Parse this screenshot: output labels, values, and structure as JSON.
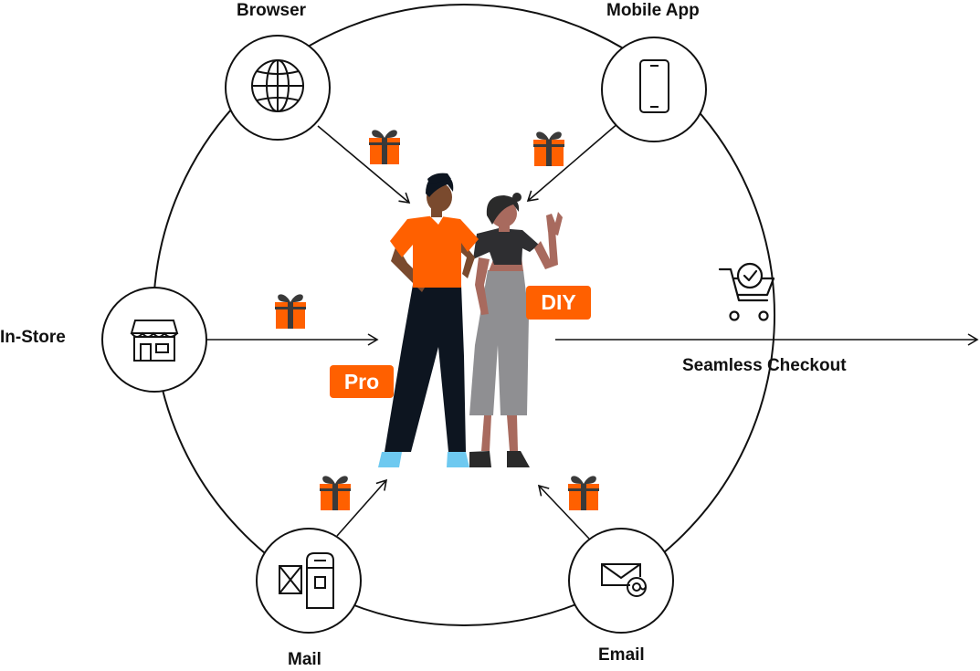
{
  "channels": {
    "browser": "Browser",
    "mobile_app": "Mobile App",
    "in_store": "In-Store",
    "mail": "Mail",
    "email": "Email"
  },
  "badges": {
    "pro": "Pro",
    "diy": "DIY"
  },
  "checkout": {
    "label": "Seamless Checkout"
  },
  "colors": {
    "accent": "#ff6000",
    "line": "#111111",
    "gift": "#ff6000",
    "gift_ribbon": "#3a3a3a",
    "shoe_blue": "#6ec9f0"
  },
  "icons": [
    "globe-icon",
    "smartphone-icon",
    "storefront-icon",
    "mailbox-icon",
    "email-at-icon",
    "cart-check-icon",
    "gift-icon"
  ]
}
